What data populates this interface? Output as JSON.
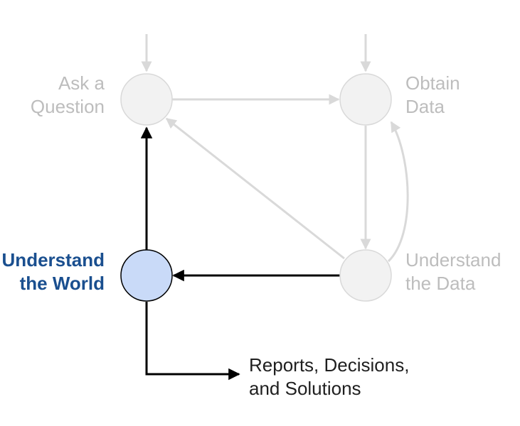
{
  "diagram": {
    "nodes": {
      "ask_question": {
        "line1": "Ask a",
        "line2": "Question",
        "state": "inactive"
      },
      "obtain_data": {
        "line1": "Obtain",
        "line2": "Data",
        "state": "inactive"
      },
      "understand_data": {
        "line1": "Understand",
        "line2": "the Data",
        "state": "inactive"
      },
      "understand_world": {
        "line1": "Understand",
        "line2": "the World",
        "state": "active"
      }
    },
    "output": {
      "line1": "Reports, Decisions,",
      "line2": "and Solutions"
    },
    "colors": {
      "inactive_fill": "#f2f2f2",
      "inactive_stroke": "#d9d9d9",
      "inactive_arrow": "#d9d9d9",
      "active_fill": "#c9daf8",
      "active_stroke": "#000000",
      "active_arrow": "#000000",
      "active_text": "#1a4f8f"
    }
  }
}
